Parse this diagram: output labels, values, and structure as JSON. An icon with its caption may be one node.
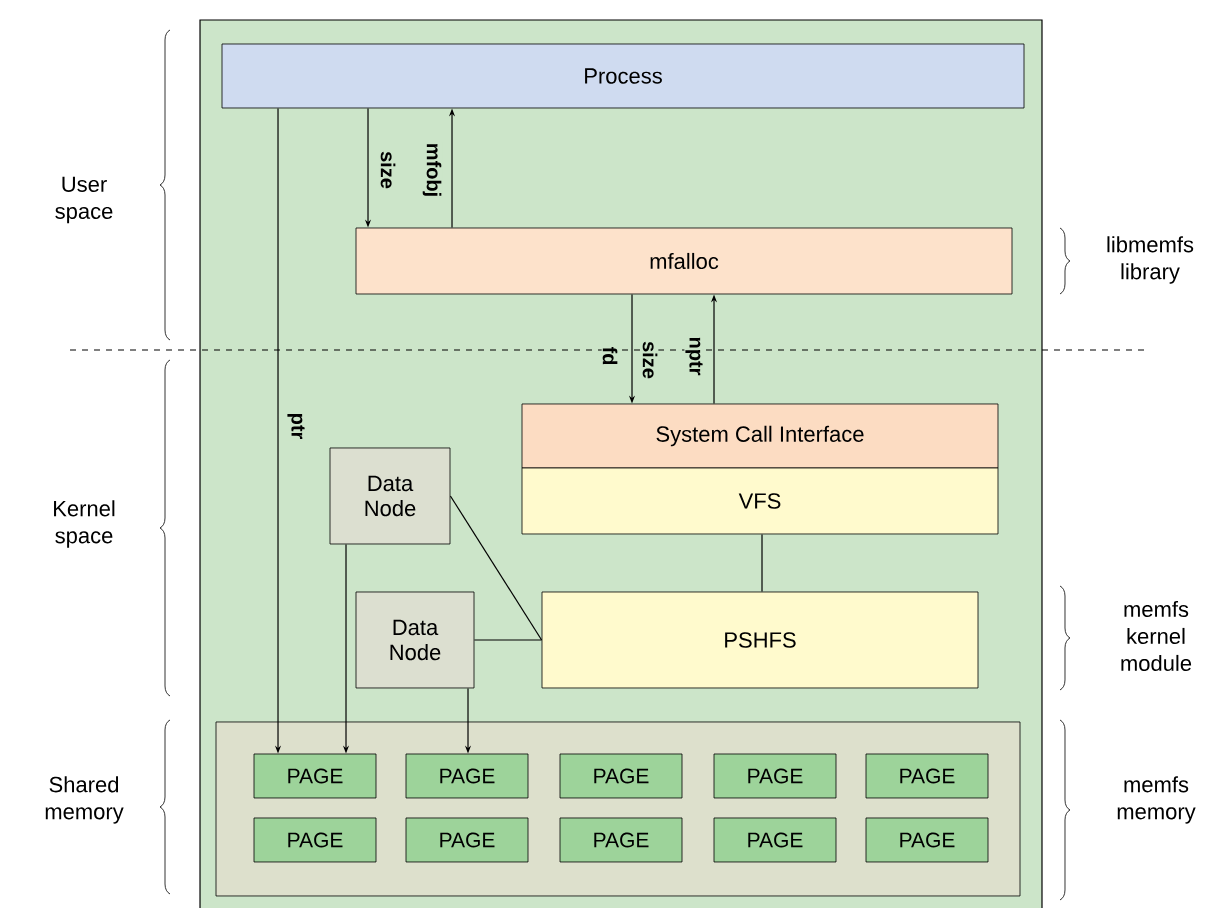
{
  "diagram": {
    "nodes": [
      {
        "text": [
          "Process"
        ]
      },
      {
        "text": [
          "mfalloc"
        ]
      },
      {
        "text": [
          "System Call Interface"
        ]
      },
      {
        "text": [
          "VFS"
        ]
      },
      {
        "text": [
          "Data Node"
        ]
      },
      {
        "text": [
          "Data Node"
        ]
      },
      {
        "text": [
          "PSHFS"
        ]
      },
      {
        "text": [],
        "shape": "box"
      },
      {
        "text": [
          "PAGE"
        ],
        "in": 7
      },
      {
        "text": [
          "PAGE"
        ],
        "in": 7
      },
      {
        "text": [
          "PAGE"
        ],
        "in": 7
      },
      {
        "text": [
          "PAGE"
        ],
        "in": 7
      },
      {
        "text": [
          "PAGE"
        ],
        "in": 7
      },
      {
        "text": [
          "PAGE"
        ],
        "in": 7
      },
      {
        "text": [
          "PAGE"
        ],
        "in": 7
      },
      {
        "text": [
          "PAGE"
        ],
        "in": 7
      },
      {
        "text": [
          "PAGE"
        ],
        "in": 7
      },
      {
        "text": [
          "PAGE"
        ],
        "in": 7
      }
    ],
    "edges": [
      {
        "from": 0,
        "to": 1,
        "arrow": "to",
        "label": "size"
      },
      {
        "from": 1,
        "to": 0,
        "arrow": "to",
        "label": "mfobj"
      },
      {
        "from": 1,
        "to": 2,
        "arrow": "to",
        "label": "fd"
      },
      {
        "from": 2,
        "to": 1,
        "arrow": "to",
        "label": "nptr"
      },
      {
        "from": 0,
        "to": 8,
        "arrow": "to",
        "label": "ptr"
      },
      {
        "from": 4,
        "to": 8,
        "arrow": "to"
      },
      {
        "from": 5,
        "to": 9,
        "arrow": "to"
      },
      {
        "from": 3,
        "to": 6,
        "arrow": "none"
      },
      {
        "from": 4,
        "to": 6,
        "arrow": "none"
      },
      {
        "from": 5,
        "to": 6,
        "arrow": "none"
      }
    ],
    "labels": [
      "User space",
      "libmemfs library",
      "size",
      "Kernel space",
      "memfs kernel module",
      "Shared memory",
      "memfs memory"
    ]
  }
}
